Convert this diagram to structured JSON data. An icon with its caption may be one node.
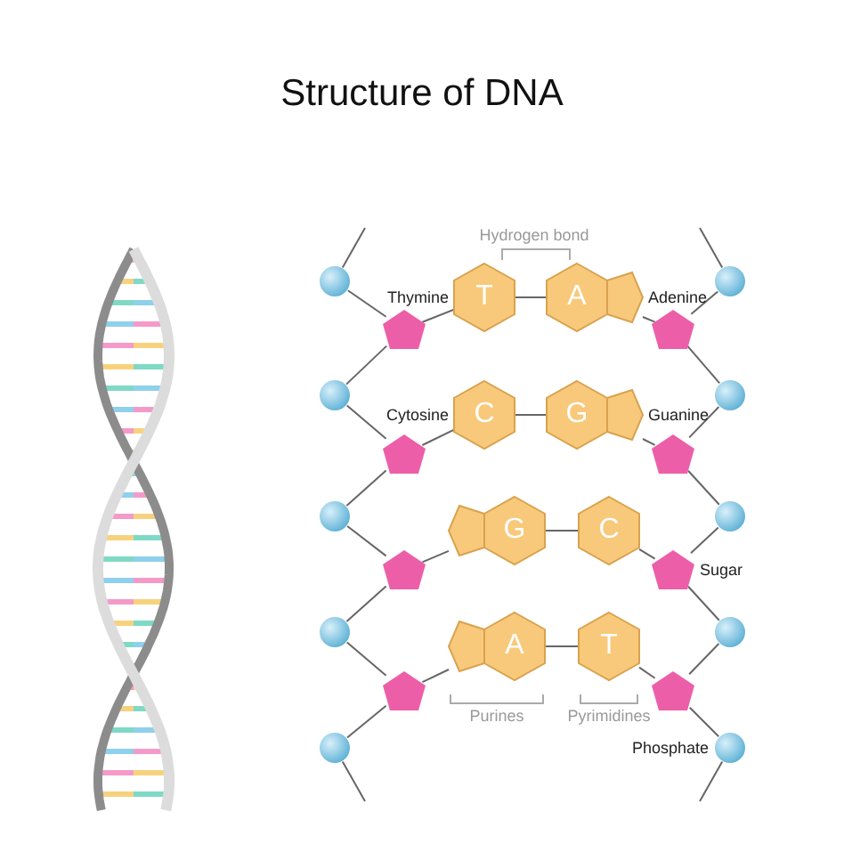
{
  "diagram": {
    "title": "Structure of DNA",
    "nodes": [
      {
        "text": [],
        "shape": "circle"
      },
      {
        "text": [],
        "shape": "circle"
      },
      {
        "text": [],
        "shape": "pentagon"
      },
      {
        "text": [
          "T"
        ],
        "beside": [
          "Thymine"
        ]
      },
      {
        "text": [
          "A"
        ],
        "beside": [
          "Adenine"
        ]
      },
      {
        "text": [],
        "shape": "pentagon"
      },
      {
        "text": [],
        "shape": "circle"
      },
      {
        "text": [],
        "shape": "circle"
      },
      {
        "text": [],
        "shape": "pentagon"
      },
      {
        "text": [
          "C"
        ],
        "beside": [
          "Cytosine"
        ]
      },
      {
        "text": [
          "G"
        ],
        "beside": [
          "Guanine"
        ]
      },
      {
        "text": [],
        "shape": "pentagon"
      },
      {
        "text": [],
        "shape": "circle"
      },
      {
        "text": [],
        "shape": "circle"
      },
      {
        "text": [],
        "shape": "pentagon"
      },
      {
        "text": [
          "G"
        ]
      },
      {
        "text": [
          "C"
        ]
      },
      {
        "text": [],
        "shape": "pentagon",
        "beside": [
          "Sugar"
        ]
      },
      {
        "text": [],
        "shape": "circle"
      },
      {
        "text": [],
        "shape": "circle"
      },
      {
        "text": [],
        "shape": "pentagon"
      },
      {
        "text": [
          "A"
        ]
      },
      {
        "text": [
          "T"
        ]
      },
      {
        "text": [],
        "shape": "pentagon"
      },
      {
        "text": [],
        "shape": "circle"
      },
      {
        "text": [],
        "shape": "circle",
        "beside": [
          "Phosphate"
        ]
      }
    ],
    "edges": [
      {
        "from": null,
        "to": 0,
        "arrow": "none"
      },
      {
        "from": null,
        "to": 1,
        "arrow": "none"
      },
      {
        "from": 0,
        "to": 2,
        "arrow": "none"
      },
      {
        "from": 2,
        "to": 6,
        "arrow": "none"
      },
      {
        "from": 1,
        "to": 5,
        "arrow": "none"
      },
      {
        "from": 5,
        "to": 7,
        "arrow": "none"
      },
      {
        "from": 2,
        "to": 3,
        "arrow": "none"
      },
      {
        "from": 3,
        "to": 4,
        "arrow": "none"
      },
      {
        "from": 4,
        "to": 5,
        "arrow": "none"
      },
      {
        "from": 6,
        "to": 8,
        "arrow": "none"
      },
      {
        "from": 8,
        "to": 12,
        "arrow": "none"
      },
      {
        "from": 7,
        "to": 11,
        "arrow": "none"
      },
      {
        "from": 11,
        "to": 13,
        "arrow": "none"
      },
      {
        "from": 8,
        "to": 9,
        "arrow": "none"
      },
      {
        "from": 9,
        "to": 10,
        "arrow": "none"
      },
      {
        "from": 10,
        "to": 11,
        "arrow": "none"
      },
      {
        "from": 12,
        "to": 14,
        "arrow": "none"
      },
      {
        "from": 14,
        "to": 18,
        "arrow": "none"
      },
      {
        "from": 13,
        "to": 17,
        "arrow": "none"
      },
      {
        "from": 17,
        "to": 19,
        "arrow": "none"
      },
      {
        "from": 14,
        "to": 15,
        "arrow": "none"
      },
      {
        "from": 15,
        "to": 16,
        "arrow": "none"
      },
      {
        "from": 16,
        "to": 17,
        "arrow": "none"
      },
      {
        "from": 18,
        "to": 20,
        "arrow": "none"
      },
      {
        "from": 20,
        "to": 24,
        "arrow": "none"
      },
      {
        "from": 19,
        "to": 23,
        "arrow": "none"
      },
      {
        "from": 23,
        "to": 25,
        "arrow": "none"
      },
      {
        "from": 20,
        "to": 21,
        "arrow": "none"
      },
      {
        "from": 21,
        "to": 22,
        "arrow": "none"
      },
      {
        "from": 22,
        "to": 23,
        "arrow": "none"
      },
      {
        "from": 24,
        "to": null,
        "arrow": "none"
      },
      {
        "from": 25,
        "to": null,
        "arrow": "none"
      }
    ],
    "labels": [
      "Hydrogen bond",
      "Purines",
      "Pyrimidines"
    ]
  }
}
